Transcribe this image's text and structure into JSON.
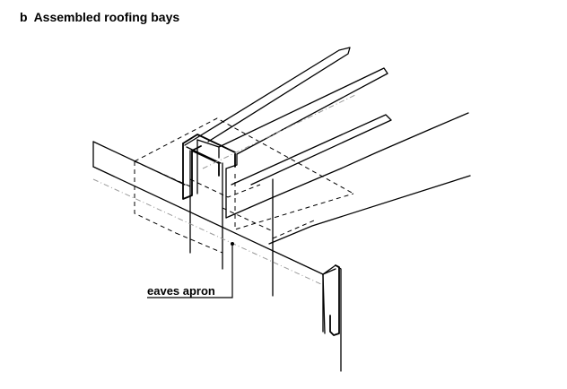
{
  "figure": {
    "label_letter": "b",
    "title": "Assembled roofing bays"
  },
  "callouts": [
    {
      "text": "eaves apron"
    }
  ]
}
